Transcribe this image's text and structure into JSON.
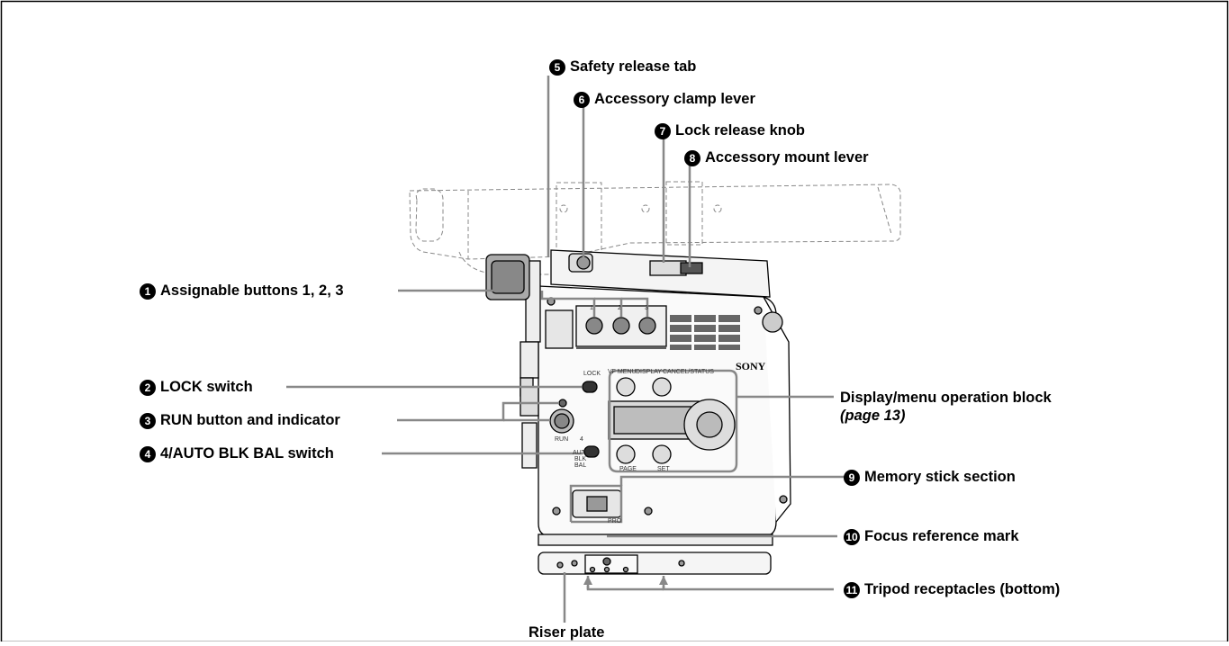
{
  "callouts": {
    "c1": {
      "num": "1",
      "text": "Assignable buttons 1, 2, 3"
    },
    "c2": {
      "num": "2",
      "text": "LOCK switch"
    },
    "c3": {
      "num": "3",
      "text": "RUN button and indicator"
    },
    "c4": {
      "num": "4",
      "text": "4/AUTO BLK BAL switch"
    },
    "c5": {
      "num": "5",
      "text": "Safety release tab"
    },
    "c6": {
      "num": "6",
      "text": "Accessory clamp lever"
    },
    "c7": {
      "num": "7",
      "text": "Lock release knob"
    },
    "c8": {
      "num": "8",
      "text": "Accessory mount lever"
    },
    "c9": {
      "num": "9",
      "text": "Memory stick section"
    },
    "c10": {
      "num": "10",
      "text": "Focus reference mark"
    },
    "c11": {
      "num": "11",
      "text": "Tripod receptacles (bottom)"
    },
    "display_block": {
      "line1": "Display/menu operation block",
      "line2": "(page 13)"
    },
    "riser_plate": {
      "text": "Riser plate"
    }
  },
  "panel": {
    "brand": "SONY",
    "button_numbers": [
      "1",
      "2",
      "3"
    ],
    "lock": "LOCK",
    "run": "RUN",
    "vf_menu": "VF MENU",
    "display": "DISPLAY",
    "cancel_status": "CANCEL/STATUS",
    "page": "PAGE",
    "set": "SET",
    "blk_4": "4",
    "auto": "AUTO",
    "blk": "BLK",
    "bal": "BAL",
    "pro": "PRO"
  }
}
